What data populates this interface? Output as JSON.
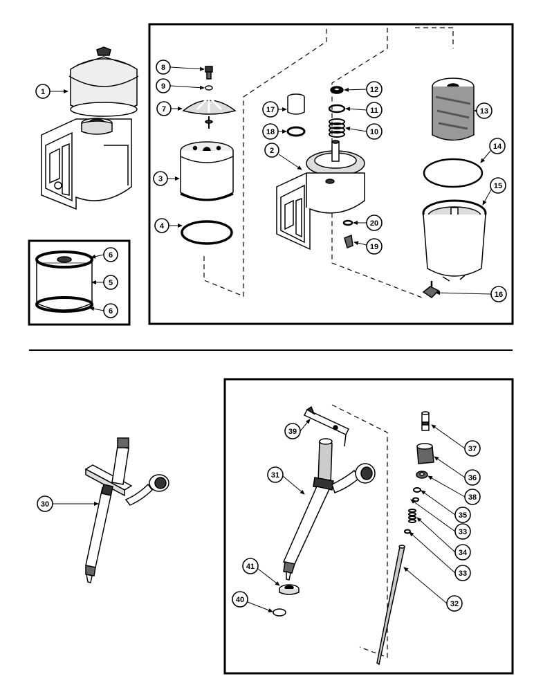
{
  "callouts": [
    {
      "id": "c1",
      "label": "1"
    },
    {
      "id": "c2",
      "label": "2"
    },
    {
      "id": "c3",
      "label": "3"
    },
    {
      "id": "c4",
      "label": "4"
    },
    {
      "id": "c5",
      "label": "5"
    },
    {
      "id": "c6a",
      "label": "6"
    },
    {
      "id": "c6b",
      "label": "6"
    },
    {
      "id": "c7",
      "label": "7"
    },
    {
      "id": "c8",
      "label": "8"
    },
    {
      "id": "c9",
      "label": "9"
    },
    {
      "id": "c10",
      "label": "10"
    },
    {
      "id": "c11",
      "label": "11"
    },
    {
      "id": "c12",
      "label": "12"
    },
    {
      "id": "c13",
      "label": "13"
    },
    {
      "id": "c14",
      "label": "14"
    },
    {
      "id": "c15",
      "label": "15"
    },
    {
      "id": "c16",
      "label": "16"
    },
    {
      "id": "c17",
      "label": "17"
    },
    {
      "id": "c18",
      "label": "18"
    },
    {
      "id": "c19",
      "label": "19"
    },
    {
      "id": "c20",
      "label": "20"
    },
    {
      "id": "c30",
      "label": "30"
    },
    {
      "id": "c31",
      "label": "31"
    },
    {
      "id": "c32",
      "label": "32"
    },
    {
      "id": "c33a",
      "label": "33"
    },
    {
      "id": "c33b",
      "label": "33"
    },
    {
      "id": "c34",
      "label": "34"
    },
    {
      "id": "c35",
      "label": "35"
    },
    {
      "id": "c36",
      "label": "36"
    },
    {
      "id": "c37",
      "label": "37"
    },
    {
      "id": "c38",
      "label": "38"
    },
    {
      "id": "c39",
      "label": "39"
    },
    {
      "id": "c40",
      "label": "40"
    },
    {
      "id": "c41",
      "label": "41"
    }
  ]
}
